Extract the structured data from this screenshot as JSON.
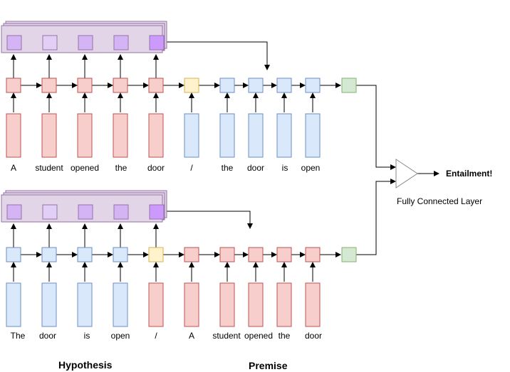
{
  "colors": {
    "red_fill": "#f8cecc",
    "red_stroke": "#b85450",
    "blue_fill": "#dae8fc",
    "blue_stroke": "#6c8ebf",
    "yellow_fill": "#fff2cc",
    "yellow_stroke": "#d6b656",
    "green_fill": "#d5e8d4",
    "green_stroke": "#82b366",
    "purple_fill": "#e1d5e7",
    "purple_stroke": "#9673a6",
    "attn_strong": "#cc99ff",
    "attn_medium": "#d4b4f5",
    "attn_light": "#e2cff5"
  },
  "top_row": {
    "words": [
      "A",
      "student",
      "opened",
      "the",
      "door",
      "/",
      "the",
      "door",
      "is",
      "open"
    ],
    "attention": [
      "medium",
      "light",
      "medium",
      "medium",
      "strong"
    ]
  },
  "bottom_row": {
    "words": [
      "The",
      "door",
      "is",
      "open",
      "/",
      "A",
      "student",
      "opened",
      "the",
      "door"
    ],
    "attention": [
      "medium",
      "light",
      "medium",
      "medium",
      "strong"
    ]
  },
  "output": {
    "layer_label": "Fully Connected Layer",
    "result_label": "Entailment!"
  },
  "sections": {
    "hypothesis": "Hypothesis",
    "premise": "Premise"
  }
}
